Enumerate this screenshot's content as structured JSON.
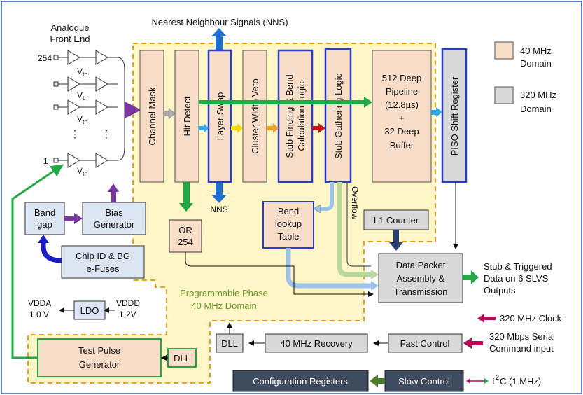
{
  "colors": {
    "domain_40": "#f8ddc9",
    "domain_320": "#d9d9d9",
    "region_fill": "#fff6c8",
    "region_border": "#e6a21c",
    "blue_border": "#2a3fc7",
    "green_border": "#22a845",
    "dark_box": "#3f4b5e",
    "purple": "#7a35a1",
    "green": "#22a845",
    "blue": "#1f6fd0",
    "navy": "#2b3d6e",
    "maroon": "#b0105a"
  },
  "labels": {
    "analogue_front_end_1": "Analogue",
    "analogue_front_end_2": "Front End",
    "nns_top": "Nearest Neighbour Signals (NNS)",
    "nns_bottom": "NNS",
    "ch_254": "254",
    "ch_1": "1",
    "vth": "V",
    "vth_sub": "th",
    "dots": "⋮",
    "channel_mask": "Channel   Mask",
    "hit_detect": "Hit Detect",
    "layer_swap": "Layer Swap",
    "cluster_width_veto": "Cluster Width Veto",
    "stub_finding_1": "Stub Finding & Bend",
    "stub_finding_2": "Calculation Logic",
    "stub_gathering": "Stub Gathering Logic",
    "pipeline_1": "512 Deep",
    "pipeline_2": "Pipeline",
    "pipeline_3": "(12.8µs)",
    "pipeline_4": "+",
    "pipeline_5": "32 Deep",
    "pipeline_6": "Buffer",
    "piso": "PISO Shift Register",
    "legend_40_1": "40 MHz",
    "legend_40_2": "Domain",
    "legend_320_1": "320 MHz",
    "legend_320_2": "Domain",
    "band_gap_1": "Band",
    "band_gap_2": "gap",
    "bias_gen_1": "Bias",
    "bias_gen_2": "Generator",
    "chip_id_1": "Chip ID & BG",
    "chip_id_2": "e-Fuses",
    "or_1": "OR",
    "or_2": "254",
    "bend_lookup_1": "Bend",
    "bend_lookup_2": "lookup",
    "bend_lookup_3": "Table",
    "overflow": "Overflow",
    "l1_counter": "L1 Counter",
    "data_packet_1": "Data Packet",
    "data_packet_2": "Assembly &",
    "data_packet_3": "Transmission",
    "stub_out_1": "Stub & Triggered",
    "stub_out_2": "Data on 6 SLVS",
    "stub_out_3": "Outputs",
    "vdda_1": "VDDA",
    "vdda_2": "1.0 V",
    "vddd_1": "VDDD",
    "vddd_2": "1.2V",
    "ldo": "LDO",
    "prog_phase_1": "Programmable Phase",
    "prog_phase_2": "40 MHz Domain",
    "clock_320": "320 MHz Clock",
    "dll_right": "DLL",
    "recovery": "40 MHz Recovery",
    "fast_control": "Fast Control",
    "serial_1": "320 Mbps Serial",
    "serial_2": "Command input",
    "test_pulse_1": "Test Pulse",
    "test_pulse_2": "Generator",
    "dll_left": "DLL",
    "config_regs": "Configuration Registers",
    "slow_control": "Slow Control",
    "i2c_1": "I",
    "i2c_sup": "2",
    "i2c_2": "C (1 MHz)"
  }
}
